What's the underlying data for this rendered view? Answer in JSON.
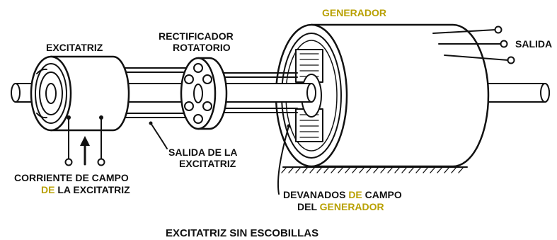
{
  "labels": {
    "generador": "GENERADOR",
    "salida": "SALIDA",
    "excitatriz": "EXCITATRIZ",
    "rectificador_l1": "RECTIFICADOR",
    "rectificador_l2": "ROTATORIO",
    "salida_exc_l1": "SALIDA DE LA",
    "salida_exc_l2": "EXCITATRIZ",
    "corriente_l1": "CORRIENTE DE CAMPO",
    "corriente_l2_a": "DE",
    "corriente_l2_b": " LA EXCITATRIZ",
    "devanados_l1_a": "DEVANADOS ",
    "devanados_l1_b": "DE",
    "devanados_l1_c": " CAMPO",
    "devanados_l2_a": "DEL ",
    "devanados_l2_b": "GENERADOR",
    "caption": "EXCITATRIZ SIN ESCOBILLAS"
  },
  "colors": {
    "highlight": "#b8a000",
    "ink": "#111111"
  }
}
